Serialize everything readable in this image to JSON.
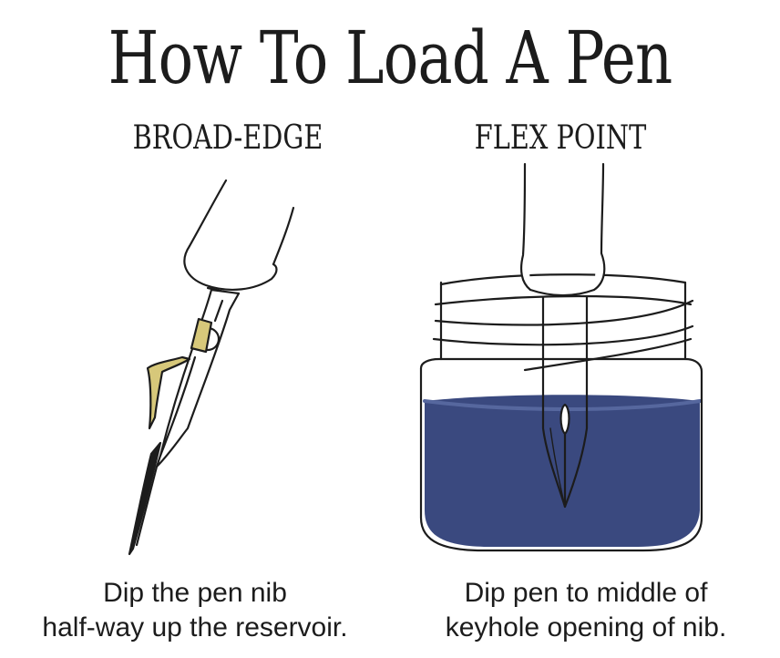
{
  "title": "How To Load A Pen",
  "panels": [
    {
      "heading": "BROAD-EDGE",
      "caption_line1": "Dip the pen nib",
      "caption_line2": "half-way up the reservoir."
    },
    {
      "heading": "FLEX POINT",
      "caption_line1": "Dip pen to middle of",
      "caption_line2": "keyhole opening of nib."
    }
  ],
  "colors": {
    "ink": "#2f3f78",
    "reservoir": "#d7c87a",
    "outline": "#1c1c1c"
  }
}
